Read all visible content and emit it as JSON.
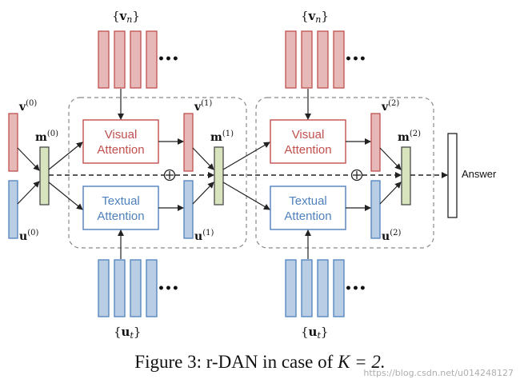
{
  "figure": {
    "labels": {
      "v_set": "{vn}",
      "u_set": "{ut}",
      "v0": "v(0)",
      "v1": "v(1)",
      "v2": "v(2)",
      "m0": "m(0)",
      "m1": "m(1)",
      "m2": "m(2)",
      "u0": "u(0)",
      "u1": "u(1)",
      "u2": "u(2)",
      "answer": "Answer",
      "ellipsis": "•••",
      "plus": "⊕"
    },
    "blocks": [
      {
        "visual_line1": "Visual",
        "visual_line2": "Attention",
        "textual_line1": "Textual",
        "textual_line2": "Attention"
      },
      {
        "visual_line1": "Visual",
        "visual_line2": "Attention",
        "textual_line1": "Textual",
        "textual_line2": "Attention"
      }
    ],
    "colors": {
      "visual": "#c0504d",
      "visual_fill": "#e6b9b8",
      "textual": "#4f81bd",
      "textual_fill": "#b9cde5",
      "memory_fill": "#d7e4bd",
      "memory_stroke": "#4a4a4a"
    }
  },
  "caption": {
    "prefix": "Figure 3: r-DAN in case of ",
    "math": "K = 2."
  },
  "watermark": "https://blog.csdn.net/u014248127"
}
